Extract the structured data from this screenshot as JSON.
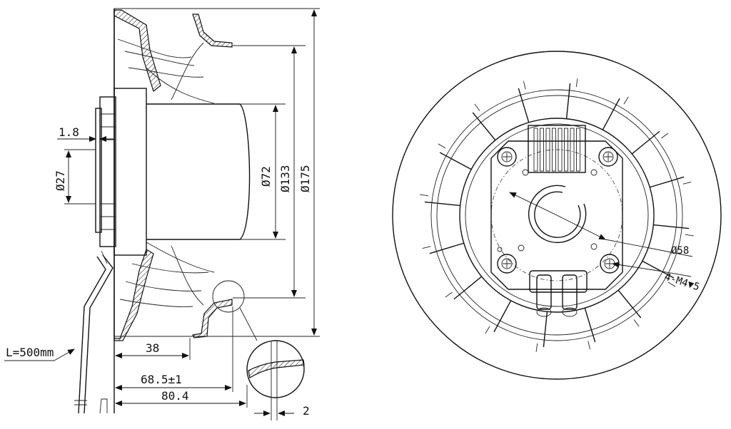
{
  "side_view": {
    "dimensions": {
      "gap_1_8": "1.8",
      "d27": "Ø27",
      "d72": "Ø72",
      "d133": "Ø133",
      "d175": "Ø175",
      "w38": "38",
      "w68_5": "68.5±1",
      "w80_4": "80.4",
      "detail_2": "2"
    },
    "cable_length": "L=500mm"
  },
  "front_view": {
    "dimensions": {
      "d58": "Ø58",
      "holes": "4-M4▼5"
    }
  }
}
